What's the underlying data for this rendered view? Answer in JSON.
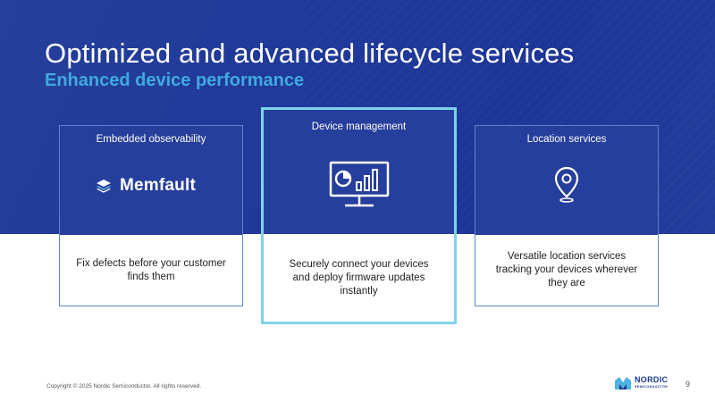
{
  "slide": {
    "title": "Optimized and advanced lifecycle services",
    "subtitle": "Enhanced device performance",
    "footer": "Copyright © 2025 Nordic Semiconductor. All rights reserved.",
    "page_number": "9"
  },
  "cards": [
    {
      "label": "Embedded observability",
      "logo_text": "Memfault",
      "icon": "memfault-logo-icon",
      "description": "Fix defects before your customer finds them"
    },
    {
      "label": "Device management",
      "icon": "monitor-dashboard-icon",
      "description": "Securely connect your devices and deploy firmware updates instantly",
      "highlighted": true
    },
    {
      "label": "Location services",
      "icon": "location-pin-icon",
      "description": "Versatile location services tracking your devices wherever they are"
    }
  ],
  "logo": {
    "name": "NORDIC",
    "tagline": "SEMICONDUCTOR",
    "icon": "nordic-logo-icon"
  },
  "colors": {
    "hero_background": "#21399a",
    "subtitle_accent": "#40a9e0",
    "card_border": "#5c86c9",
    "highlight_border": "#7ed3ea"
  }
}
